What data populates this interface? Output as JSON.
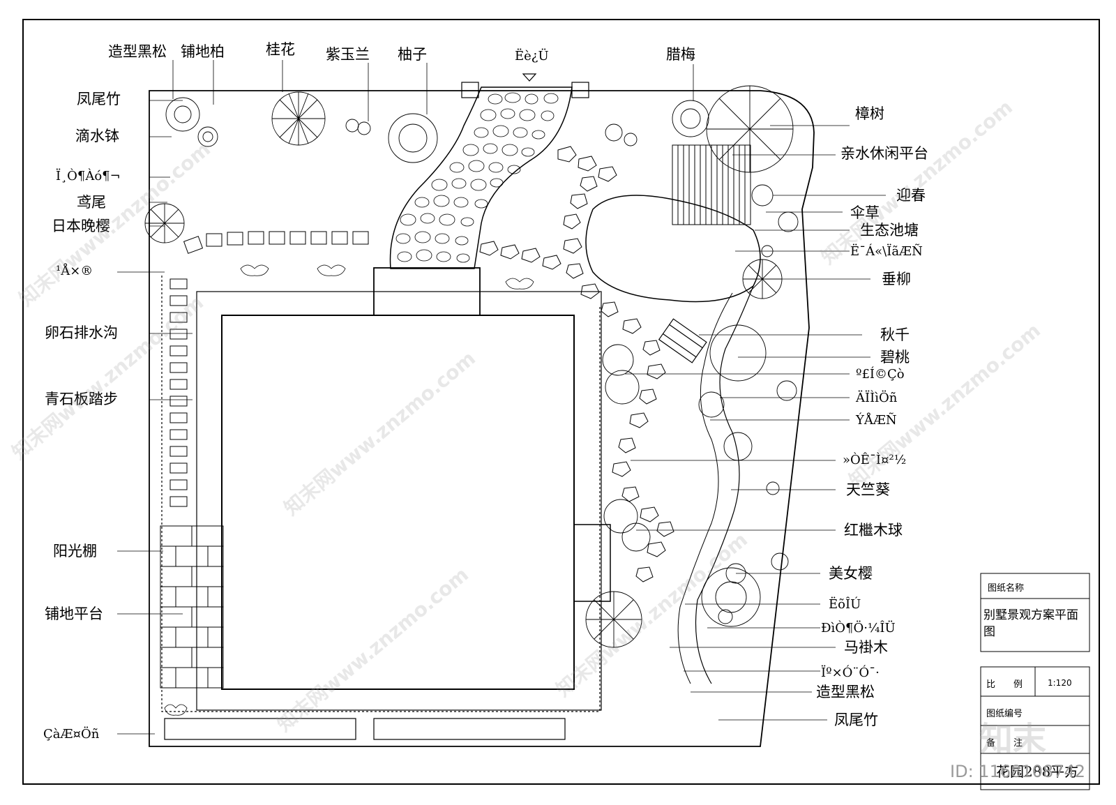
{
  "title_block": {
    "name_header": "图纸名称",
    "name_value": "别墅景观方案平面图",
    "scale_label": "比　　例",
    "scale_value": "1:120",
    "number_label": "图纸编号",
    "remark_label": "备　　注",
    "remark_value": "花园288平方"
  },
  "labels_left": [
    "造型黑松",
    "铺地柏",
    "桂花",
    "紫玉兰",
    "柚子",
    "Ëè¿Ü",
    "腊梅",
    "凤尾竹",
    "滴水钵",
    "Ï¸Ò¶Àó¶¬",
    "鸢尾",
    "日本晚樱",
    "¹Å×®",
    "卵石排水沟",
    "青石板踏步",
    "阳光棚",
    "铺地平台",
    "ÇàÆ¤Öñ"
  ],
  "labels_right": [
    "樟树",
    "亲水休闲平台",
    "迎春",
    "伞草",
    "生态池塘",
    "Ë¯Á«\\ÏãÆÑ",
    "垂柳",
    "秋千",
    "碧桃",
    "º£Í©Çò",
    "ÄÏÌìÖñ",
    "ÝÅÆÑ",
    "»ÒÊ¯Ì¤²½",
    "天竺葵",
    "红檵木球",
    "美女樱",
    "ËõÎÚ",
    "ÐìÒ¶Ö·¼ÎÜ",
    "马褂木",
    "Ïº×Ó¨Ó¯·",
    "造型黑松",
    "凤尾竹"
  ],
  "watermark": "知末网www.znzmo.com",
  "logo_text": "知末",
  "id_text": "ID: 1168108742"
}
